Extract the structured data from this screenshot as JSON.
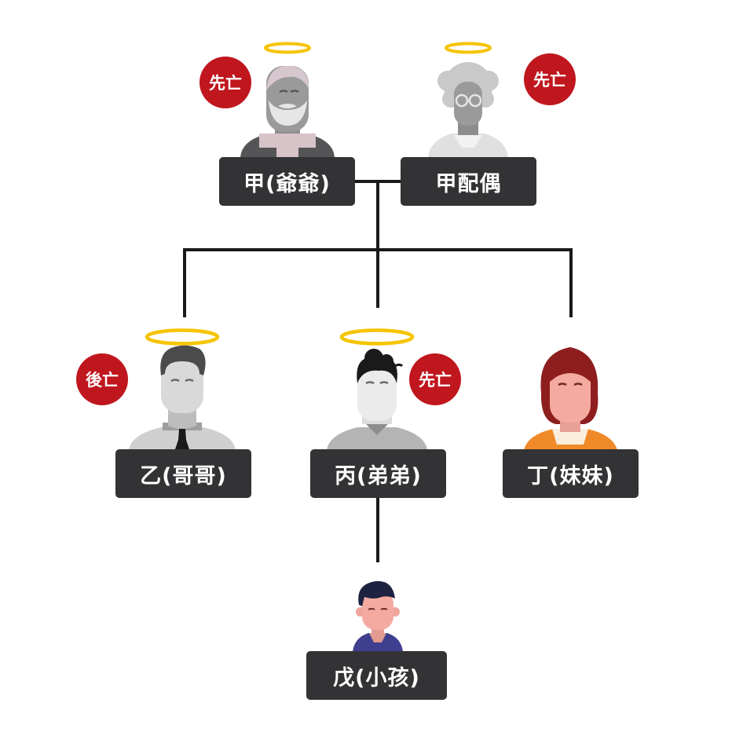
{
  "colors": {
    "label_bg": "#333336",
    "line": "#1a1a1a",
    "badge": "#c0161e",
    "halo": "#f5c400"
  },
  "people": {
    "grandfather": {
      "label": "甲(爺爺)",
      "badge": "先亡",
      "icon": "elderly-man-avatar-deceased"
    },
    "spouse": {
      "label": "甲配偶",
      "badge": "先亡",
      "icon": "elderly-woman-avatar-deceased"
    },
    "elder_brother": {
      "label": "乙(哥哥)",
      "badge": "後亡",
      "icon": "man-avatar-deceased"
    },
    "younger_brother": {
      "label": "丙(弟弟)",
      "badge": "先亡",
      "icon": "man-avatar-deceased"
    },
    "sister": {
      "label": "丁(妹妹)",
      "icon": "woman-avatar"
    },
    "child": {
      "label": "戊(小孩)",
      "icon": "child-avatar"
    }
  }
}
